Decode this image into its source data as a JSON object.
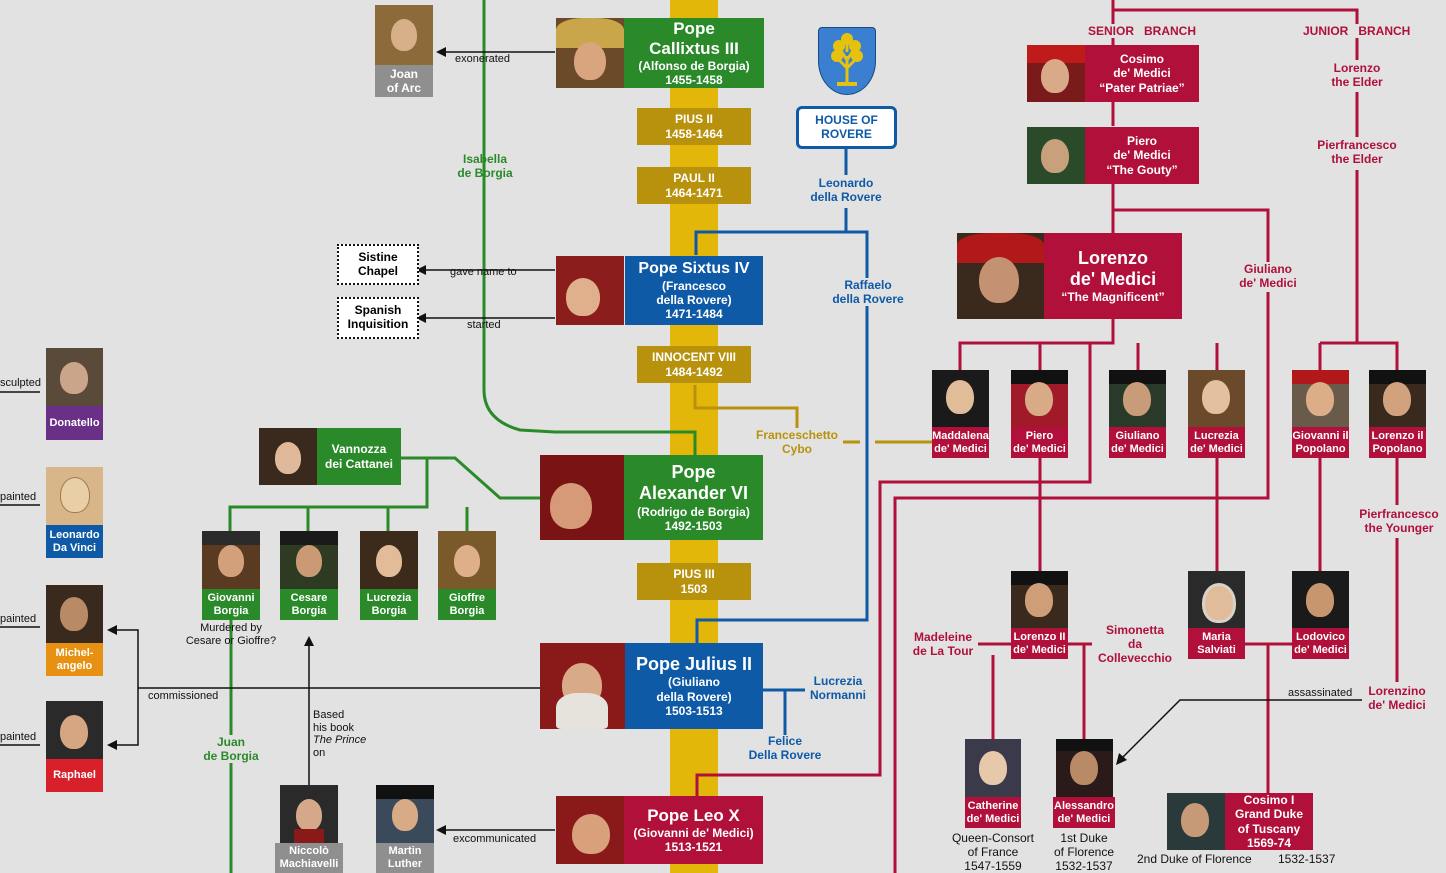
{
  "colors": {
    "green": "#2a8a2a",
    "blue": "#0e5aa7",
    "red": "#b0103a",
    "gold": "#b8920c",
    "yellow_trunk": "#e2b70a"
  },
  "popes": {
    "callixtus": {
      "l1": "Pope",
      "l2": "Callixtus III",
      "l3": "(Alfonso de Borgia)",
      "l4": "1455-1458"
    },
    "pius2": {
      "l1": "PIUS II",
      "l2": "1458-1464"
    },
    "paul2": {
      "l1": "PAUL II",
      "l2": "1464-1471"
    },
    "sixtus": {
      "l1": "Pope Sixtus IV",
      "l2": "(Francesco",
      "l3": "della Rovere)",
      "l4": "1471-1484"
    },
    "innocent": {
      "l1": "INNOCENT VIII",
      "l2": "1484-1492"
    },
    "alexander": {
      "l1": "Pope",
      "l2": "Alexander VI",
      "l3": "(Rodrigo de Borgia)",
      "l4": "1492-1503"
    },
    "pius3": {
      "l1": "PIUS III",
      "l2": "1503"
    },
    "julius": {
      "l1": "Pope Julius II",
      "l2": "(Giuliano",
      "l3": "della Rovere)",
      "l4": "1503-1513"
    },
    "leo": {
      "l1": "Pope Leo X",
      "l2": "(Giovanni de' Medici)",
      "l3": "1513-1521"
    }
  },
  "borgia": {
    "joan": {
      "l1": "Joan",
      "l2": "of Arc"
    },
    "isabella": {
      "l1": "Isabella",
      "l2": "de Borgia"
    },
    "vannozza": {
      "l1": "Vannozza",
      "l2": "dei Cattanei"
    },
    "giovanni": {
      "l1": "Giovanni",
      "l2": "Borgia"
    },
    "cesare": {
      "l1": "Cesare",
      "l2": "Borgia"
    },
    "lucrezia": {
      "l1": "Lucrezia",
      "l2": "Borgia"
    },
    "gioffre": {
      "l1": "Gioffre",
      "l2": "Borgia"
    },
    "juan": {
      "l1": "Juan",
      "l2": "de Borgia"
    },
    "machiavelli": {
      "l1": "Niccolò",
      "l2": "Machiavelli"
    },
    "luther": {
      "l1": "Martin",
      "l2": "Luther"
    }
  },
  "artists": {
    "donatello": {
      "l1": "Donatello",
      "verb": "sculpted"
    },
    "leonardo": {
      "l1": "Leonardo",
      "l2": "Da Vinci",
      "verb": "painted"
    },
    "michelangelo": {
      "l1": "Michel-",
      "l2": "angelo",
      "verb": "painted"
    },
    "raphael": {
      "l1": "Raphael",
      "verb": "painted"
    }
  },
  "boxes": {
    "sistine": {
      "l1": "Sistine",
      "l2": "Chapel"
    },
    "inquisition": {
      "l1": "Spanish",
      "l2": "Inquisition"
    }
  },
  "rovere": {
    "house": {
      "l1": "HOUSE OF",
      "l2": "ROVERE"
    },
    "leonardo": {
      "l1": "Leonardo",
      "l2": "della Rovere"
    },
    "raffaelo": {
      "l1": "Raffaelo",
      "l2": "della Rovere"
    },
    "lucrezia_n": {
      "l1": "Lucrezia",
      "l2": "Normanni"
    },
    "felice": {
      "l1": "Felice",
      "l2": "Della Rovere"
    },
    "franceschetto": {
      "l1": "Franceschetto",
      "l2": "Cybo"
    }
  },
  "medici": {
    "senior": "SENIOR   BRANCH",
    "junior": "JUNIOR   BRANCH",
    "cosimo": {
      "l1": "Cosimo",
      "l2": "de' Medici",
      "l3": "“Pater Patriae”"
    },
    "piero_gouty": {
      "l1": "Piero",
      "l2": "de' Medici",
      "l3": "“The Gouty”"
    },
    "lorenzo_mag": {
      "l1": "Lorenzo",
      "l2": "de' Medici",
      "l3": "“The Magnificent”"
    },
    "giuliano_elder": {
      "l1": "Giuliano",
      "l2": "de' Medici"
    },
    "lorenzo_elder": {
      "l1": "Lorenzo",
      "l2": "the Elder"
    },
    "pierfrancesco_elder": {
      "l1": "Pierfrancesco",
      "l2": "the Elder"
    },
    "maddalena": {
      "l1": "Maddalena",
      "l2": "de' Medici"
    },
    "piero": {
      "l1": "Piero",
      "l2": "de' Medici"
    },
    "giuliano": {
      "l1": "Giuliano",
      "l2": "de' Medici"
    },
    "lucrezia": {
      "l1": "Lucrezia",
      "l2": "de' Medici"
    },
    "giovanni_pop": {
      "l1": "Giovanni il",
      "l2": "Popolano"
    },
    "lorenzo_pop": {
      "l1": "Lorenzo il",
      "l2": "Popolano"
    },
    "pierfrancesco_younger": {
      "l1": "Pierfrancesco",
      "l2": "the Younger"
    },
    "madeleine": {
      "l1": "Madeleine",
      "l2": "de La Tour"
    },
    "lorenzo2": {
      "l1": "Lorenzo II",
      "l2": "de' Medici"
    },
    "simonetta": {
      "l1": "Simonetta",
      "l2": "da",
      "l3": "Collevecchio"
    },
    "maria": {
      "l1": "Maria",
      "l2": "Salviati"
    },
    "lodovico": {
      "l1": "Lodovico",
      "l2": "de' Medici"
    },
    "lorenzino": {
      "l1": "Lorenzino",
      "l2": "de' Medici"
    },
    "catherine": {
      "l1": "Catherine",
      "l2": "de' Medici",
      "c1": "Queen-Consort",
      "c2": "of France",
      "c3": "1547-1559"
    },
    "alessandro": {
      "l1": "Alessandro",
      "l2": "de' Medici",
      "c1": "1st Duke",
      "c2": "of Florence",
      "c3": "1532-1537"
    },
    "cosimo1": {
      "l1": "Cosimo I",
      "l2": "Grand Duke",
      "l3": "of Tuscany",
      "l4": "1569-74",
      "c1": "2nd Duke of Florence",
      "c2": "1532-1537"
    }
  },
  "notes": {
    "exonerated": "exonerated",
    "gave_name": "gave name to",
    "started": "started",
    "murdered": "Murdered by",
    "murdered2": "Cesare or Gioffre?",
    "commissioned": "commissioned",
    "based1": "Based",
    "based2": "his book",
    "based3": "The Prince",
    "based4": "on",
    "excommunicated": "excommunicated",
    "assassinated": "assassinated"
  }
}
